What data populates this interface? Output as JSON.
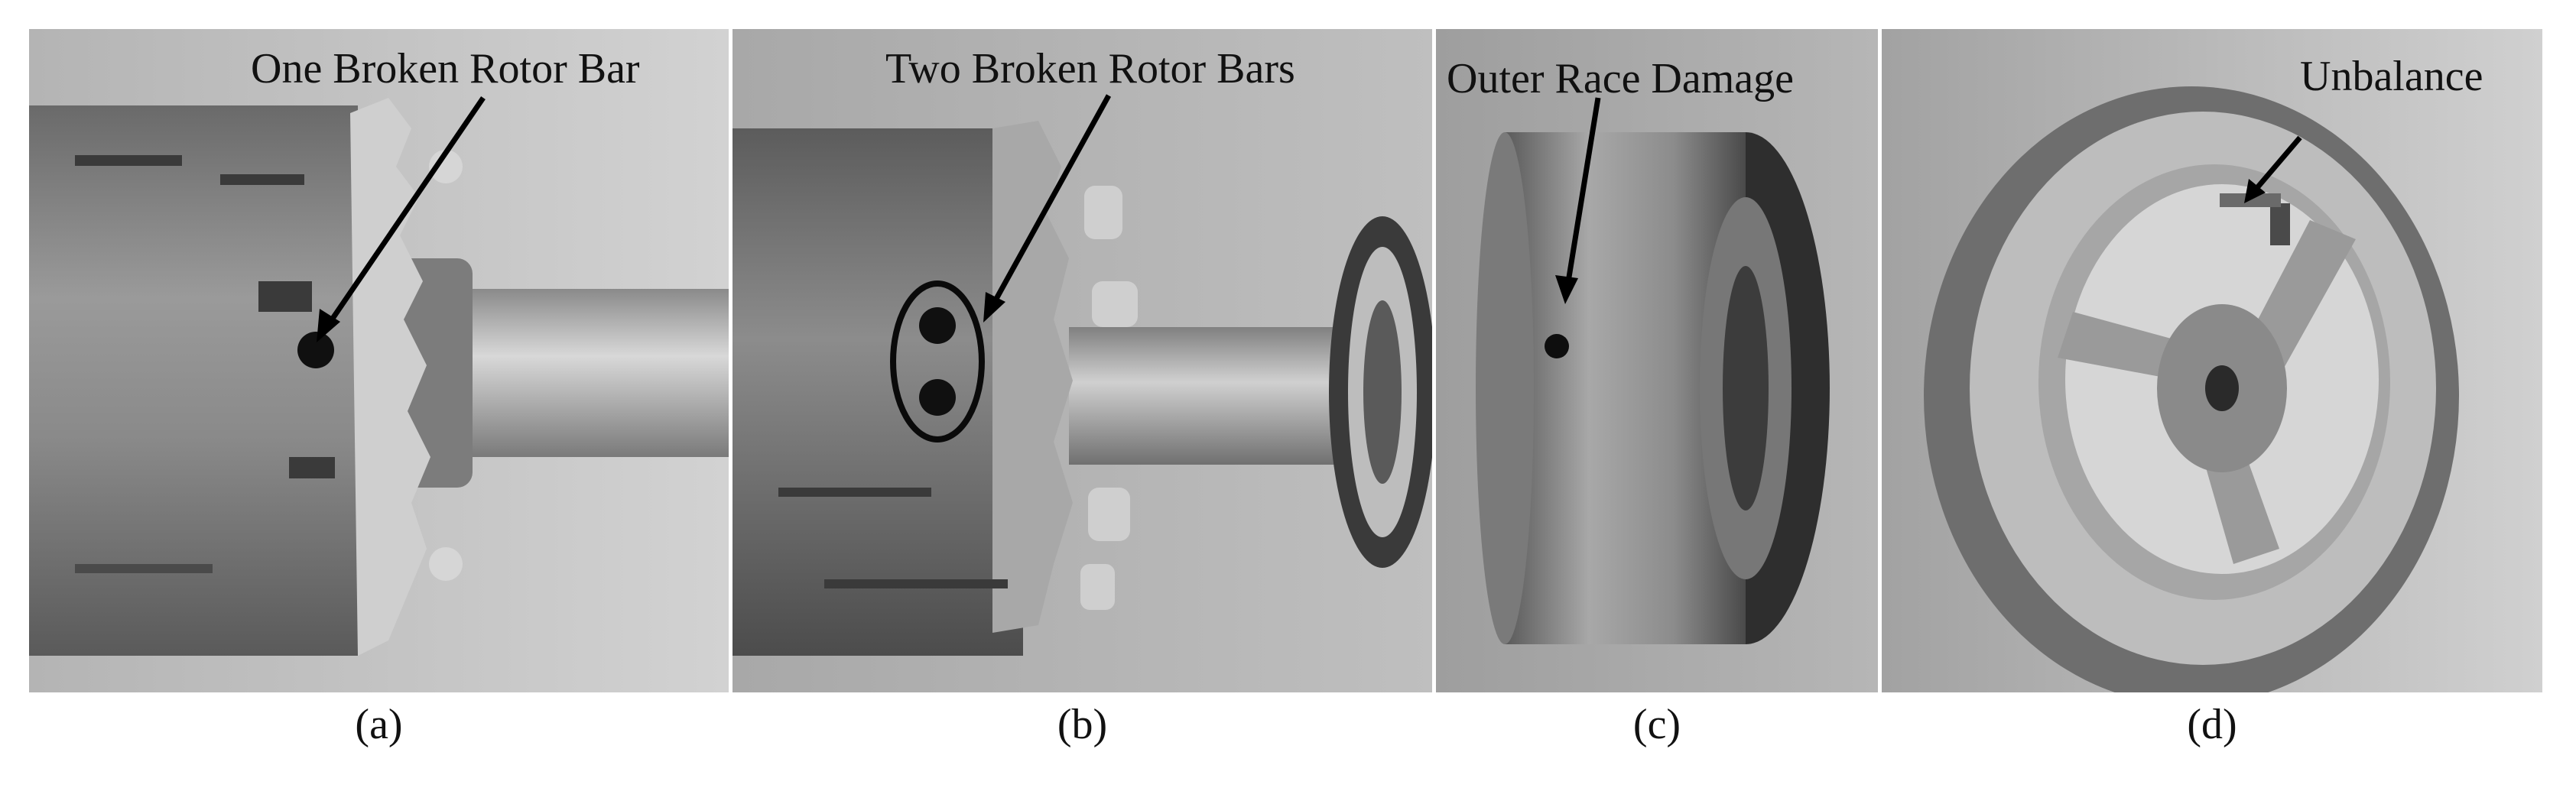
{
  "panels": [
    {
      "caption": "(a)",
      "annotation": "One Broken Rotor Bar"
    },
    {
      "caption": "(b)",
      "annotation": "Two Broken Rotor Bars"
    },
    {
      "caption": "(c)",
      "annotation": "Outer Race Damage"
    },
    {
      "caption": "(d)",
      "annotation": "Unbalance"
    }
  ]
}
